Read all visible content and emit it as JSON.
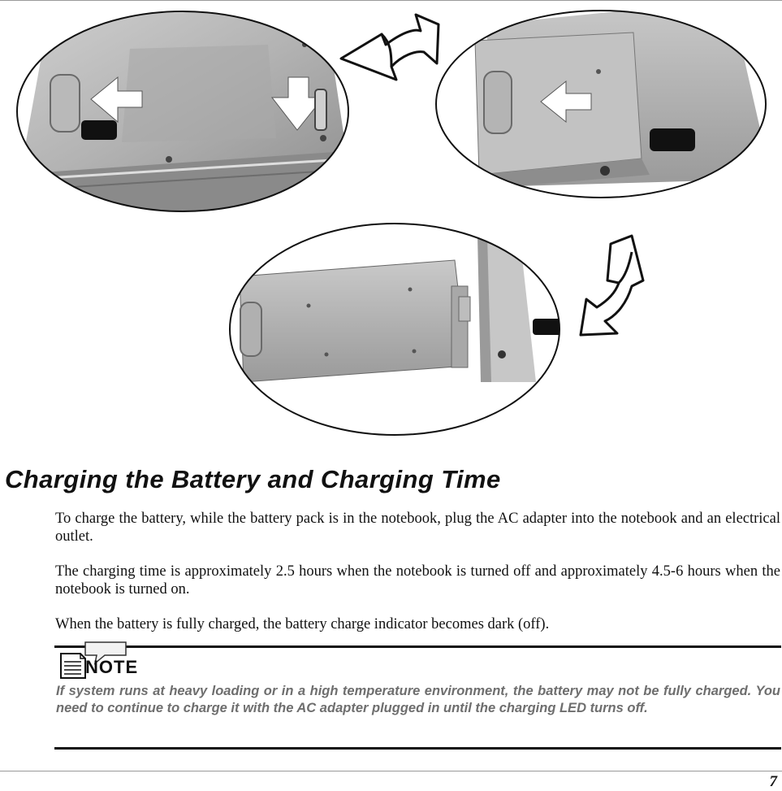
{
  "section": {
    "title": "Charging the Battery and Charging Time"
  },
  "paragraphs": [
    "To charge the battery, while the battery pack is in the notebook, plug the AC adapter into the notebook and an electrical outlet.",
    "The charging time is approximately 2.5 hours when the notebook is turned off and approximately 4.5-6 hours when the notebook is turned on.",
    "When the battery is fully charged, the battery charge indicator becomes dark (off)."
  ],
  "note": {
    "label": "NOTE",
    "text": "If system runs at heavy loading or in a high temperature environment, the battery may not be fully charged. You need to continue to charge it with the AC adapter plugged in until the charging LED turns off."
  },
  "footer": {
    "page_number": "7"
  },
  "icons": {
    "note": "note-document-icon",
    "arrows": "curved-arrow-icon"
  },
  "colors": {
    "text": "#111111",
    "note_text": "#6e6e6e",
    "rule": "#9a9a9a"
  }
}
